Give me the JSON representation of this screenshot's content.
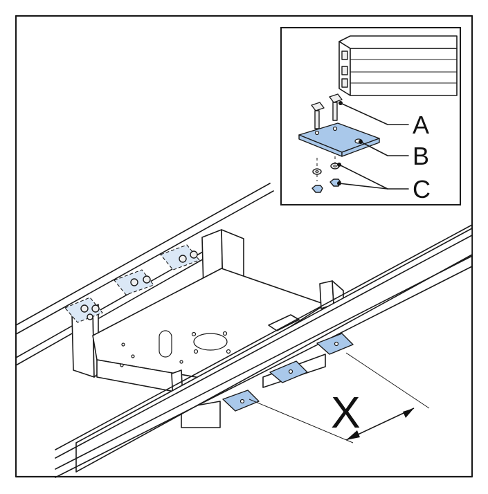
{
  "callouts": {
    "a": "A",
    "b": "B",
    "c": "C"
  },
  "dimension": {
    "label": "X"
  },
  "colors": {
    "part_fill": "#a9c8ea",
    "line": "#1a1a1a",
    "background": "#ffffff"
  }
}
